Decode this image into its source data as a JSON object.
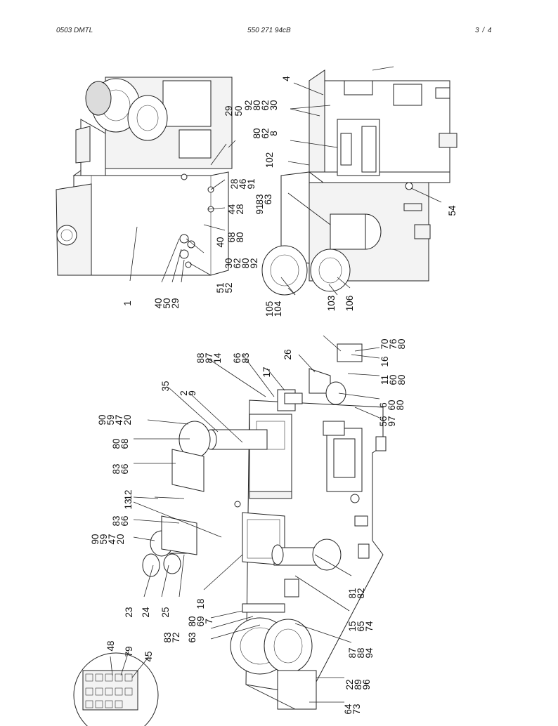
{
  "header": {
    "left": "0503 DMTL",
    "center": "550 271 94cB",
    "right": "3 /   4"
  },
  "callouts": [
    "4",
    "92",
    "80",
    "62",
    "30",
    "29",
    "50",
    "80",
    "62",
    "8",
    "102",
    "28",
    "46",
    "91",
    "83",
    "63",
    "91",
    "44",
    "28",
    "68",
    "80",
    "40",
    "30",
    "62",
    "80",
    "92",
    "51",
    "52",
    "54",
    "1",
    "40",
    "50",
    "29",
    "105",
    "104",
    "103",
    "106",
    "88",
    "87",
    "14",
    "66",
    "83",
    "26",
    "17",
    "35",
    "2",
    "9",
    "90",
    "59",
    "47",
    "20",
    "80",
    "68",
    "83",
    "66",
    "12",
    "13",
    "83",
    "66",
    "90",
    "59",
    "47",
    "20",
    "23",
    "24",
    "25",
    "18",
    "80",
    "69",
    "7",
    "83",
    "72",
    "63",
    "48",
    "79",
    "45",
    "70",
    "76",
    "80",
    "16",
    "11",
    "60",
    "80",
    "6",
    "60",
    "80",
    "56",
    "97",
    "81",
    "82",
    "15",
    "65",
    "74",
    "87",
    "88",
    "94",
    "22",
    "89",
    "96",
    "64",
    "73"
  ],
  "colors": {
    "line": "#222222",
    "fill": "#ffffff",
    "shade": "#dcdcdc"
  },
  "icons": {
    "main": "exploded-assembly-drawing",
    "detail": "connector-detail-inset"
  }
}
